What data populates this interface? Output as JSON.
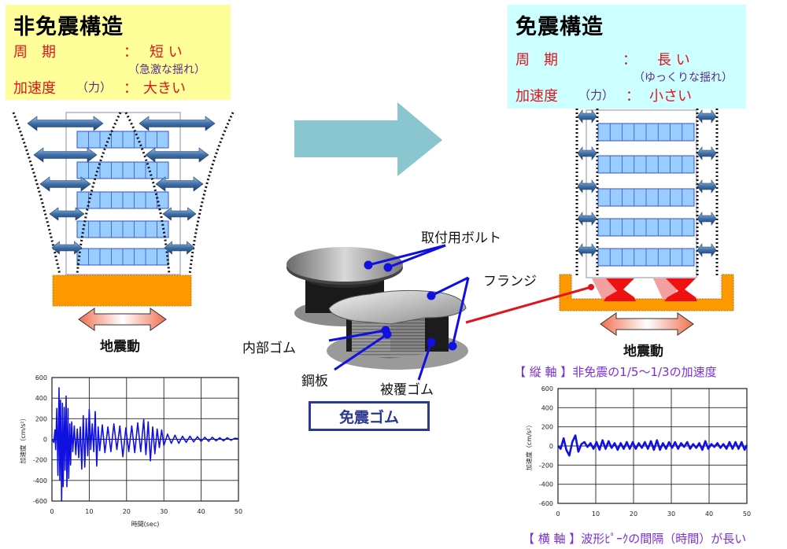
{
  "non_isolated": {
    "title": "非免震構造",
    "period_label": "周　期",
    "period_colon": "：",
    "period_value": "短 い",
    "period_note": "（急激な揺れ）",
    "accel_label": "加速度",
    "accel_paren": "（力）",
    "accel_colon": "：",
    "accel_value": "大きい",
    "ground_motion": "地震動"
  },
  "isolated": {
    "title": "免震構造",
    "period_label": "周　期",
    "period_colon": "：",
    "period_value": "長 い",
    "period_note": "（ゆっくりな揺れ）",
    "accel_label": "加速度",
    "accel_paren": "（力）",
    "accel_colon": "：",
    "accel_value": "小さい",
    "ground_motion": "地震動"
  },
  "bearing": {
    "labels": {
      "bolt": "取付用ボルト",
      "flange": "フランジ",
      "inner_rubber": "内部ゴム",
      "steel_plate": "鋼板",
      "cover_rubber": "被覆ゴム"
    },
    "badge": "免震ゴム"
  },
  "notes": {
    "vertical_axis": "【 縦 軸 】非免震の1/5～1/3の加速度",
    "horizontal_axis": "【 横 軸 】波形ﾋﾟｰｸの間隔（時間）が長い"
  },
  "colors": {
    "accent_red": "#e0141c",
    "note_purple": "#7b2fd6",
    "wave_blue": "#1010e0",
    "arrow_teal": "#8ac6cf",
    "ground_orange": "#ff9900",
    "floor_blue": "#99ccff",
    "badge_navy": "#2b3990"
  },
  "chart_data": [
    {
      "type": "line",
      "name": "non-isolated-acceleration",
      "title": "",
      "xlabel": "時間(sec)",
      "ylabel": "加速度（cm/s²）",
      "xlim": [
        0,
        50
      ],
      "ylim": [
        -600,
        600
      ],
      "xticks": [
        0,
        10,
        20,
        30,
        40,
        50
      ],
      "yticks": [
        600,
        400,
        200,
        0,
        -200,
        -400,
        -600
      ],
      "grid": true,
      "series": [
        {
          "name": "acceleration",
          "x": [
            0,
            0.5,
            0.8,
            1.0,
            1.3,
            1.6,
            1.9,
            2.1,
            2.3,
            2.6,
            2.8,
            3.0,
            3.3,
            3.5,
            3.8,
            4.0,
            4.3,
            4.5,
            4.8,
            5.0,
            5.3,
            5.6,
            6.0,
            6.4,
            6.8,
            7.2,
            7.6,
            8.0,
            8.4,
            8.8,
            9.2,
            9.6,
            10.0,
            10.4,
            10.8,
            11.2,
            11.6,
            12.0,
            12.4,
            12.8,
            13.5,
            14.2,
            15.0,
            15.8,
            16.6,
            17.4,
            18.2,
            19.0,
            19.8,
            20.6,
            21.4,
            22.2,
            23.0,
            23.8,
            24.6,
            25.2,
            25.8,
            26.4,
            27.0,
            27.6,
            28.2,
            28.8,
            29.4,
            30.0,
            31.0,
            32.0,
            33.0,
            34.0,
            35.0,
            36.0,
            37.0,
            38.0,
            39.0,
            40.0,
            41.0,
            42.0,
            43.0,
            44.0,
            45.0,
            46.0,
            47.0,
            48.0,
            49.0,
            50.0
          ],
          "y": [
            0,
            -30,
            90,
            -100,
            300,
            -350,
            500,
            -400,
            380,
            -600,
            350,
            -460,
            310,
            -300,
            420,
            -460,
            300,
            -380,
            150,
            -250,
            170,
            -120,
            130,
            -150,
            100,
            -180,
            120,
            -290,
            230,
            -270,
            200,
            -160,
            290,
            -100,
            150,
            -120,
            270,
            -260,
            120,
            -110,
            140,
            -130,
            120,
            -120,
            150,
            -100,
            130,
            -170,
            110,
            -120,
            130,
            -130,
            160,
            -120,
            190,
            -150,
            170,
            -210,
            120,
            -140,
            100,
            -80,
            90,
            -60,
            50,
            -40,
            40,
            -40,
            30,
            -30,
            30,
            -25,
            25,
            -20,
            20,
            -20,
            20,
            -15,
            15,
            -15,
            15,
            -10,
            10,
            5
          ]
        }
      ]
    },
    {
      "type": "line",
      "name": "isolated-acceleration",
      "title": "",
      "xlabel": "",
      "ylabel": "加速度（cm/s²）",
      "xlim": [
        0,
        50
      ],
      "ylim": [
        -600,
        600
      ],
      "xticks": [
        0,
        10,
        20,
        30,
        40,
        50
      ],
      "yticks": [
        600,
        400,
        200,
        0,
        -200,
        -400,
        -600
      ],
      "grid": true,
      "series": [
        {
          "name": "acceleration",
          "x": [
            0,
            0.7,
            1.5,
            2.2,
            3.0,
            3.8,
            4.6,
            5.4,
            6.2,
            7.0,
            7.8,
            8.6,
            9.4,
            10.2,
            11.0,
            11.8,
            12.6,
            13.4,
            14.2,
            15.0,
            15.8,
            16.6,
            17.4,
            18.2,
            19.0,
            19.8,
            20.6,
            21.4,
            22.2,
            23.0,
            23.8,
            24.6,
            25.4,
            26.2,
            27.0,
            27.8,
            28.6,
            29.4,
            30.2,
            31.0,
            31.8,
            32.6,
            33.4,
            34.2,
            35.0,
            35.8,
            36.6,
            37.4,
            38.2,
            39.0,
            39.8,
            40.6,
            41.4,
            42.2,
            43.0,
            43.8,
            44.6,
            45.4,
            46.2,
            47.0,
            47.8,
            48.6,
            49.4,
            50.0
          ],
          "y": [
            0,
            -30,
            80,
            -40,
            -100,
            40,
            110,
            -60,
            20,
            40,
            -10,
            30,
            -30,
            40,
            -40,
            60,
            -30,
            50,
            -20,
            30,
            -40,
            30,
            -30,
            40,
            -30,
            40,
            -30,
            30,
            -20,
            40,
            -30,
            50,
            -40,
            60,
            -40,
            30,
            -30,
            40,
            -20,
            40,
            -30,
            30,
            -10,
            40,
            -30,
            20,
            -20,
            30,
            -40,
            50,
            -30,
            20,
            -10,
            30,
            -20,
            20,
            -30,
            40,
            -30,
            40,
            -30,
            40,
            -40,
            10
          ]
        }
      ]
    }
  ]
}
